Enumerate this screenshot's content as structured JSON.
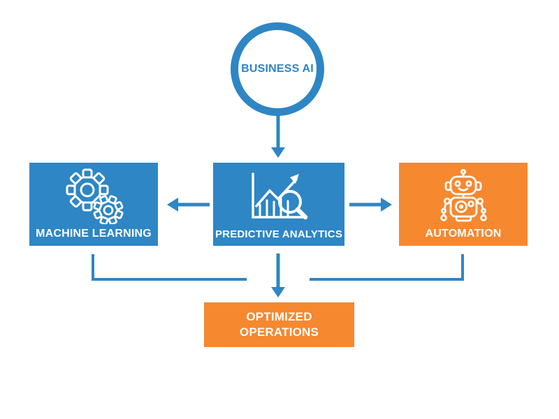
{
  "diagram": {
    "root": {
      "label": "BUSINESS AI"
    },
    "nodes": {
      "machine_learning": {
        "label": "MACHINE LEARNING"
      },
      "predictive_analytics": {
        "label": "PREDICTIVE ANALYTICS"
      },
      "automation": {
        "label": "AUTOMATION"
      },
      "optimized_operations": {
        "label": "OPTIMIZED OPERATIONS"
      }
    },
    "icons": {
      "machine_learning": "gears-icon",
      "predictive_analytics": "chart-growth-magnifier-icon",
      "automation": "robot-icon"
    },
    "colors": {
      "blue": "#2E86C4",
      "orange": "#F6882F",
      "icon_and_text_on_fill": "#FFFFFF",
      "background": "#FFFFFF"
    }
  }
}
